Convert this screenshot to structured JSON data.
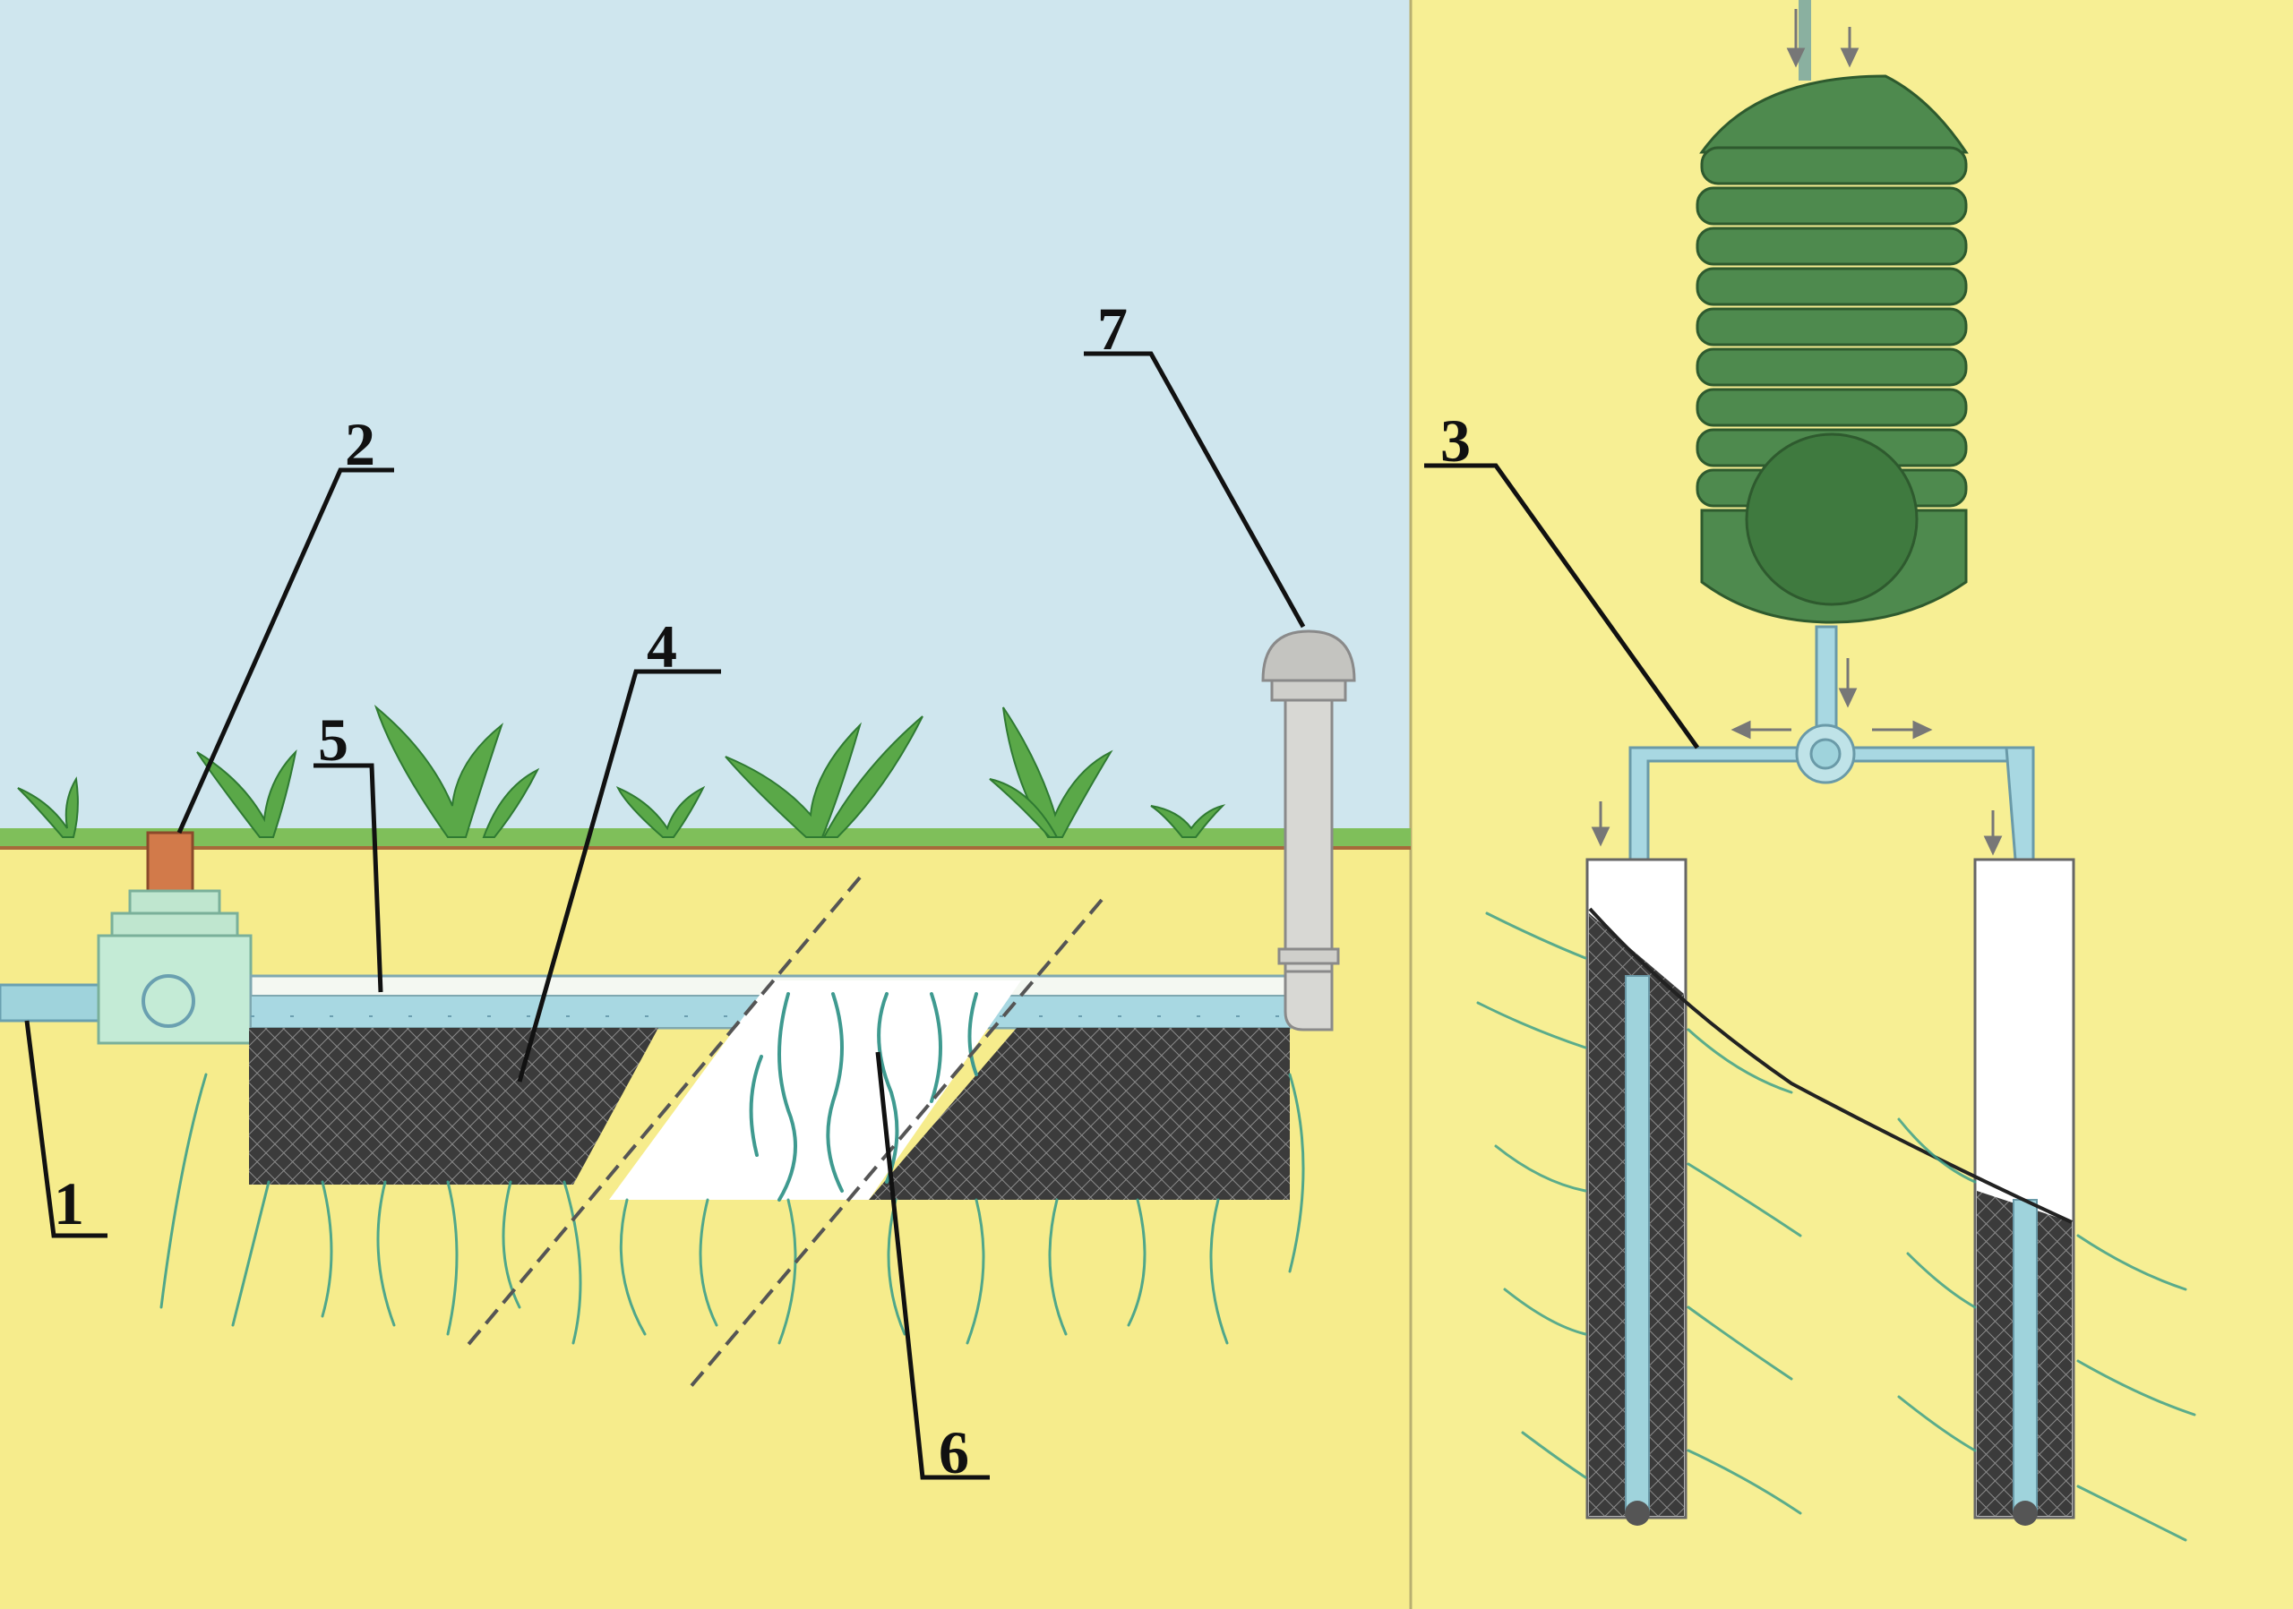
{
  "diagram": {
    "callouts": [
      {
        "id": "1",
        "text": "1"
      },
      {
        "id": "2",
        "text": "2"
      },
      {
        "id": "3",
        "text": "3"
      },
      {
        "id": "4",
        "text": "4"
      },
      {
        "id": "5",
        "text": "5"
      },
      {
        "id": "6",
        "text": "6"
      },
      {
        "id": "7",
        "text": "7"
      }
    ]
  },
  "colors": {
    "sky": "#cfe6ee",
    "soil": "#f7ee8a",
    "grass": "#5aa848",
    "pipe": "#9fd3dc",
    "tank": "#4e8a4e",
    "filter": "#3a3a3a",
    "roots": "#3f9a90"
  }
}
